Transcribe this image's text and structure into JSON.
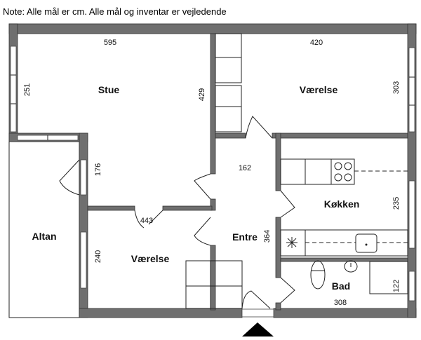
{
  "note": "Note: Alle mål er cm. Alle mål og inventar er vejledende",
  "rooms": {
    "stue": "Stue",
    "vaerelse1": "Værelse",
    "vaerelse2": "Værelse",
    "altan": "Altan",
    "entre": "Entre",
    "koekken": "Køkken",
    "bad": "Bad"
  },
  "dimensions": {
    "stue_width": "595",
    "stue_height": "251",
    "vaerelse1_width": "420",
    "vaerelse1_height": "303",
    "wall_429": "429",
    "altan_176": "176",
    "entre_162": "162",
    "vaerelse2_443": "443",
    "vaerelse2_240": "240",
    "entre_364": "364",
    "koekken_235": "235",
    "bad_122": "122",
    "bad_308": "308"
  }
}
